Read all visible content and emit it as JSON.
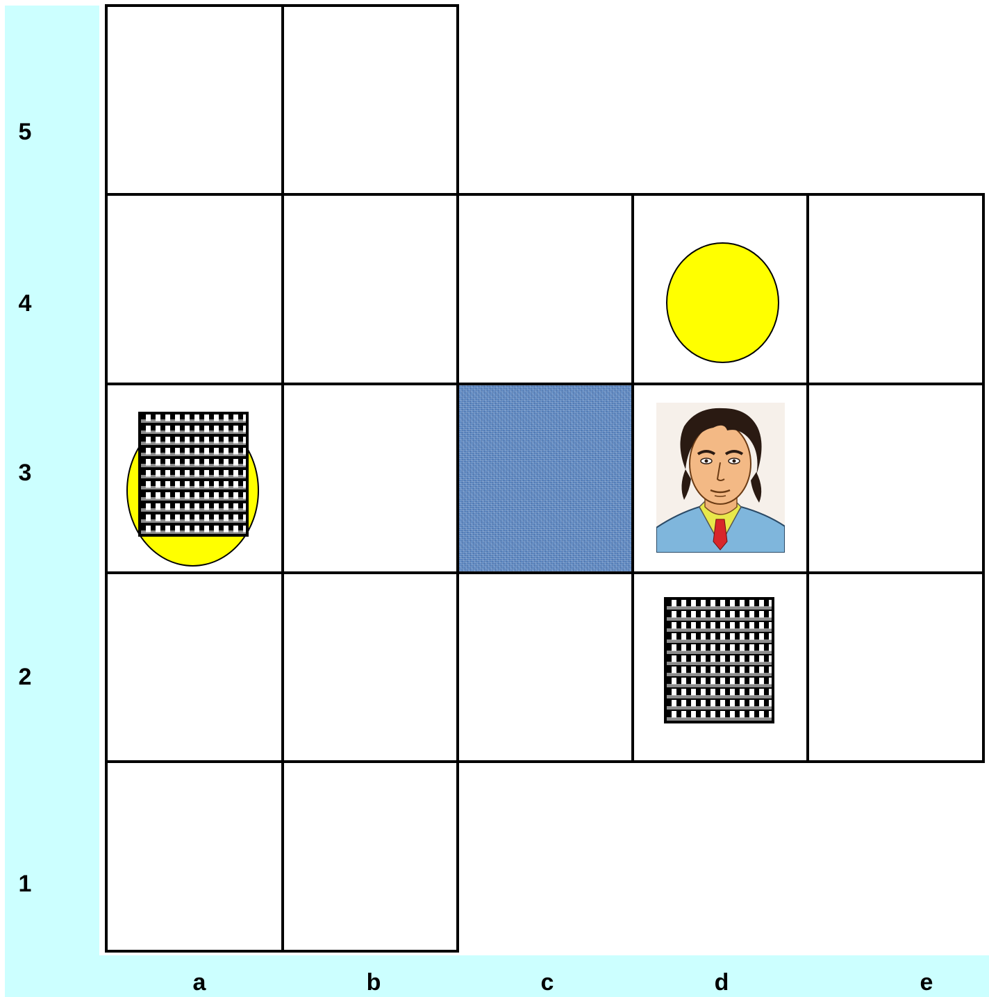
{
  "board": {
    "row_labels": [
      "5",
      "4",
      "3",
      "2",
      "1"
    ],
    "col_labels": [
      "a",
      "b",
      "c",
      "d",
      "e"
    ]
  },
  "colors": {
    "label_strip": "#ccffff",
    "grid_line": "#000000",
    "cell_fill": "#ffffff",
    "water_tile": "#5b86c0",
    "coin_token": "#ffff00"
  },
  "cells": [
    {
      "square": "a5",
      "type": "empty"
    },
    {
      "square": "b5",
      "type": "empty"
    },
    {
      "square": "a4",
      "type": "empty"
    },
    {
      "square": "b4",
      "type": "empty"
    },
    {
      "square": "c4",
      "type": "empty"
    },
    {
      "square": "d4",
      "type": "empty"
    },
    {
      "square": "e4",
      "type": "empty"
    },
    {
      "square": "a3",
      "type": "empty"
    },
    {
      "square": "b3",
      "type": "empty"
    },
    {
      "square": "c3",
      "type": "water"
    },
    {
      "square": "d3",
      "type": "empty"
    },
    {
      "square": "e3",
      "type": "empty"
    },
    {
      "square": "a2",
      "type": "empty"
    },
    {
      "square": "b2",
      "type": "empty"
    },
    {
      "square": "c2",
      "type": "empty"
    },
    {
      "square": "d2",
      "type": "empty"
    },
    {
      "square": "e2",
      "type": "empty"
    },
    {
      "square": "a1",
      "type": "empty"
    },
    {
      "square": "b1",
      "type": "empty"
    }
  ],
  "pieces": [
    {
      "square": "d4",
      "kind": "yellow-circle"
    },
    {
      "square": "a3",
      "kind": "yellow-circle"
    },
    {
      "square": "a3",
      "kind": "checkered-box"
    },
    {
      "square": "d3",
      "kind": "player-portrait"
    },
    {
      "square": "d2",
      "kind": "checkered-box"
    }
  ]
}
